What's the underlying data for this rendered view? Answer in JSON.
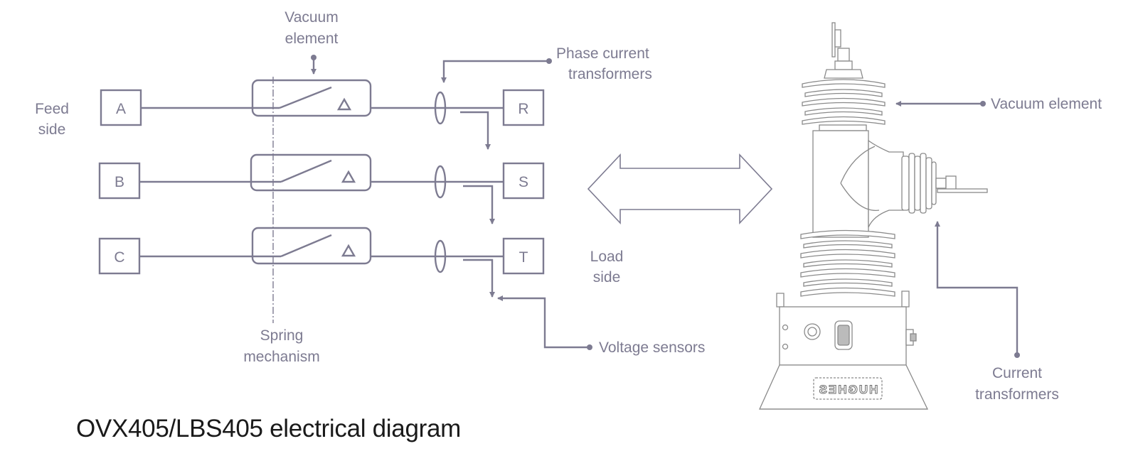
{
  "caption": "OVX405/LBS405 electrical diagram",
  "labels": {
    "feed_side": [
      "Feed",
      "side"
    ],
    "load_side": [
      "Load",
      "side"
    ],
    "vacuum_element_left": [
      "Vacuum",
      "element"
    ],
    "spring_mechanism": [
      "Spring",
      "mechanism"
    ],
    "phase_current_transformers": [
      "Phase current",
      "transformers"
    ],
    "voltage_sensors": "Voltage sensors",
    "vacuum_element_right": "Vacuum element",
    "current_transformers": [
      "Current",
      "transformers"
    ]
  },
  "phases": [
    {
      "feed": "A",
      "load": "R"
    },
    {
      "feed": "B",
      "load": "S"
    },
    {
      "feed": "C",
      "load": "T"
    }
  ],
  "device_brand": "HUGHES",
  "colors": {
    "line": "#7d7b91",
    "device": "#8a8a8a",
    "caption": "#1a1a1a"
  }
}
